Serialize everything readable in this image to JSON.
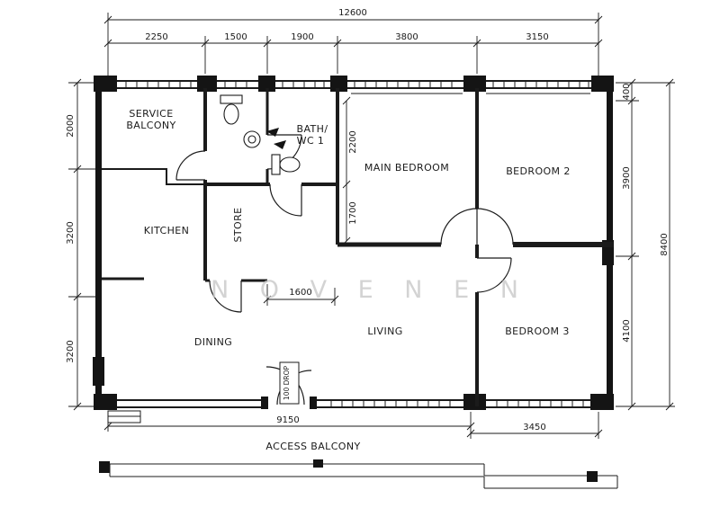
{
  "watermark": "N O V E N E N",
  "rooms": {
    "service_balcony_1": "SERVICE",
    "service_balcony_2": "BALCONY",
    "bath_1": "BATH/",
    "bath_2": "WC 1",
    "main_bedroom": "MAIN BEDROOM",
    "bedroom2": "BEDROOM 2",
    "kitchen": "KITCHEN",
    "store": "STORE",
    "dining": "DINING",
    "living": "LIVING",
    "bedroom3": "BEDROOM 3",
    "access_balcony": "ACCESS BALCONY"
  },
  "dims": {
    "total_width": "12600",
    "top": [
      "2250",
      "1500",
      "1900",
      "3800",
      "3150"
    ],
    "left": [
      "2000",
      "3200",
      "3200"
    ],
    "right": [
      "400",
      "3900",
      "4100"
    ],
    "total_height": "8400",
    "bottom": [
      "9150",
      "3450"
    ],
    "interior": {
      "bed_depth": "2200",
      "bed_lower": "1700",
      "opening": "1600",
      "entrance_drop": "100 DROP"
    }
  }
}
